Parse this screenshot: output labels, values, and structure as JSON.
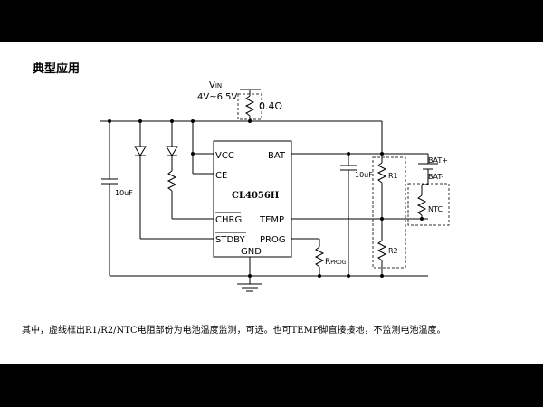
{
  "heading": "典型应用",
  "caption": "其中，虚线框出R1/R2/NTC电阻部份为电池温度监测，可选。也可TEMP脚直接接地，不监测电池温度。",
  "supply": {
    "v_label": "V",
    "v_sub": "IN",
    "range": "4V~6.5V",
    "resistor": "0.4Ω"
  },
  "chip": {
    "name": "CL4056H",
    "pins": {
      "vcc": "VCC",
      "ce": "CE",
      "chrg": "CHRG",
      "stdby": "STDBY",
      "bat": "BAT",
      "temp": "TEMP",
      "prog": "PROG",
      "gnd": "GND"
    }
  },
  "components": {
    "cap_left": "10uF",
    "cap_right": "10uF",
    "r1": "R1",
    "r2": "R2",
    "ntc": "NTC",
    "rprog_main": "R",
    "rprog_sub": "PROG",
    "bat_plus": "BAT+",
    "bat_minus": "BAT-"
  }
}
